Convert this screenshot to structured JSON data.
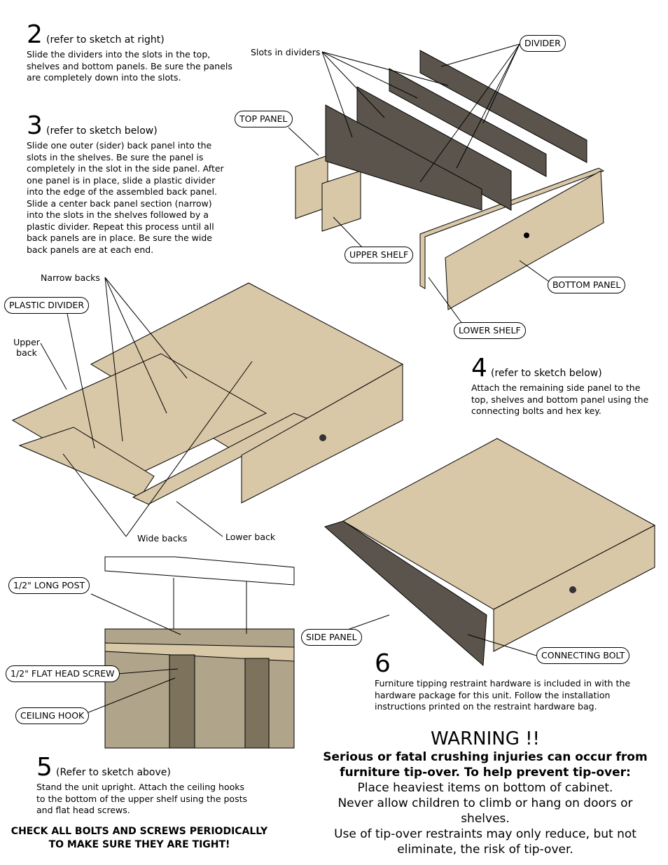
{
  "step2": {
    "number": "2",
    "ref": "(refer to sketch at right)",
    "text": "Slide the dividers into the slots in the top, shelves and bottom panels.   Be sure the panels are completely down into the slots."
  },
  "step3": {
    "number": "3",
    "ref": "(refer to sketch below)",
    "text": "Slide one outer (sider) back panel into the slots in the shelves.  Be sure the panel is completely in the slot in the side panel.  After one panel is in place, slide a plastic divider into the edge of the assembled back panel.  Slide a center back panel section (narrow) into the slots in the shelves followed by a plastic divider.  Repeat this process until all back panels are in place.  Be sure the wide back panels are at each end."
  },
  "step4": {
    "number": "4",
    "ref": "(refer to sketch below)",
    "text": "Attach the remaining side panel to the top, shelves and bottom panel using the connecting bolts and hex key."
  },
  "step5": {
    "number": "5",
    "ref": "(Refer to sketch above)",
    "text": "Stand the unit upright.  Attach the ceiling hooks to the bottom of the upper shelf using the posts and flat head screws."
  },
  "step6": {
    "number": "6",
    "text": "Furniture tipping restraint hardware is included in with the hardware package for this unit.  Follow the installation instructions printed on the restraint hardware bag."
  },
  "labels": {
    "slots_in_dividers": "Slots in dividers",
    "divider": "DIVIDER",
    "top_panel": "TOP PANEL",
    "upper_shelf": "UPPER SHELF",
    "bottom_panel": "BOTTOM PANEL",
    "lower_shelf": "LOWER SHELF",
    "narrow_backs": "Narrow backs",
    "plastic_divider": "PLASTIC DIVIDER",
    "upper_back_1": "Upper",
    "upper_back_2": "back",
    "wide_backs": "Wide backs",
    "lower_back": "Lower back",
    "long_post": "1/2\" LONG POST",
    "flat_head_screw": "1/2\" FLAT HEAD SCREW",
    "ceiling_hook": "CEILING HOOK",
    "side_panel": "SIDE PANEL",
    "connecting_bolt": "CONNECTING BOLT"
  },
  "warning": {
    "title": "WARNING !!",
    "bold_1": "Serious or fatal crushing injuries can occur from",
    "bold_2": "furniture tip-over.  To help prevent tip-over:",
    "line_1": "Place heaviest items on bottom of cabinet.",
    "line_2": "Never allow children to climb or hang on doors or shelves.",
    "line_3": "Use of tip-over restraints may only reduce, but not",
    "line_4": "eliminate, the risk of tip-over."
  },
  "check": {
    "line_1": "CHECK ALL BOLTS AND SCREWS PERIODICALLY",
    "line_2": "TO MAKE SURE THEY ARE TIGHT!"
  },
  "colors": {
    "wood": "#d9c8a8",
    "wood_dark": "#b8a47f",
    "divider": "#5a544c",
    "wall": "#b0a58a",
    "wall_dark": "#7d735c"
  }
}
